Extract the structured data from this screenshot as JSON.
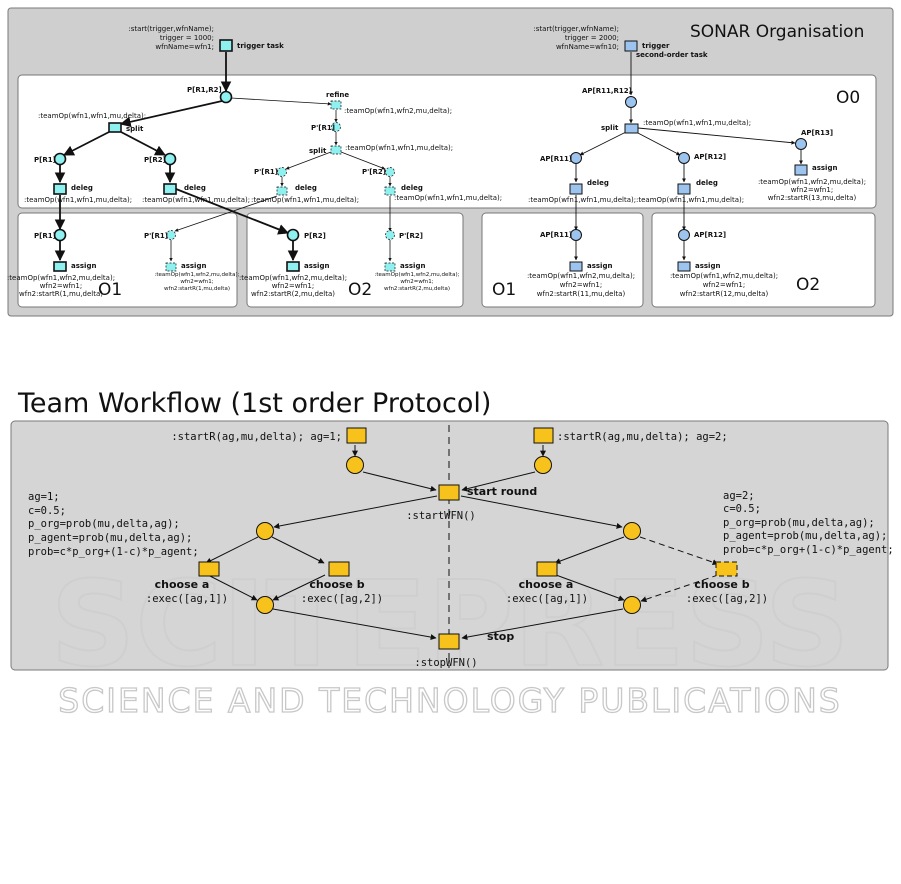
{
  "top": {
    "org_title": "SONAR Organisation",
    "o0": "O0",
    "o1_left": "O1",
    "o2_left": "O2",
    "o1_right": "O1",
    "o2_right": "O2",
    "trigger1": [
      ":start(trigger,wfnName);",
      "trigger = 1000;",
      "wfnName=wfn1;"
    ],
    "trigger1_label": "trigger task",
    "trigger2": [
      ":start(trigger,wfnName);",
      "trigger = 2000;",
      "wfnName=wfn10;"
    ],
    "trigger2_label": [
      "trigger",
      "second-order task"
    ],
    "p_r1r2": "P[R1,R2]",
    "teamop_split": ":teamOp(wfn1,wfn1,mu,delta);",
    "split": "split",
    "p_r1": "P[R1]",
    "p_r2": "P[R2]",
    "deleg": "deleg",
    "teamop_deleg_1": ":teamOp(wfn1,wfn1,mu,delta);",
    "teamop_deleg_2": ":teamOp(wfn1,wfn1,mu,delta);",
    "refine": "refine",
    "teamop_refine": ":teamOp(wfn1,wfn2,mu,delta);",
    "pp_r1": "P'[R1]",
    "teamop_split2": ":teamOp(wfn1,wfn1,mu,delta);",
    "pp_r1b": "P'[R1]",
    "pp_r2": "P'[R2]",
    "teamop_deleg_3": ":teamOp(wfn1,wfn1,mu,delta);",
    "teamop_deleg_4": ":teamOp(wfn1,wfn1,mu,delta);",
    "assign": "assign",
    "o1_p_r1": "P[R1]",
    "o1_pp_r1": "P'[R1]",
    "assign_o1_a": [
      ":teamOp(wfn1,wfn2,mu,delta);",
      "wfn2=wfn1;",
      "wfn2:startR(1,mu,delta)"
    ],
    "assign_o1_b": [
      ":teamOp(wfn1,wfn2,mu,delta);",
      "wfn2=wfn1;",
      "wfn2:startR(1,mu,delta)"
    ],
    "o2_p_r2": "P[R2]",
    "o2_pp_r2": "P'[R2]",
    "assign_o2_a": [
      ":teamOp(wfn1,wfn2,mu,delta);",
      "wfn2=wfn1;",
      "wfn2:startR(2,mu,delta)"
    ],
    "assign_o2_b": [
      ":teamOp(wfn1,wfn2,mu,delta);",
      "wfn2=wfn1;",
      "wfn2:startR(2,mu,delta)"
    ],
    "ap_r11r12": "AP[R11,R12]",
    "teamop_split_r": ":teamOp(wfn1,wfn1,mu,delta);",
    "ap_r11": "AP[R11]",
    "ap_r12": "AP[R12]",
    "ap_r13": "AP[R13]",
    "teamop_r11": ":teamOp(wfn1,wfn1,mu,delta);",
    "teamop_r12": ":teamOp(wfn1,wfn1,mu,delta);",
    "assign_r13": [
      ":teamOp(wfn1,wfn2,mu,delta);",
      "wfn2=wfn1;",
      "wfn2:startR(13,mu,delta)"
    ],
    "assign_r11": [
      ":teamOp(wfn1,wfn2,mu,delta);",
      "wfn2=wfn1;",
      "wfn2:startR(11,mu,delta)"
    ],
    "assign_r12": [
      ":teamOp(wfn1,wfn2,mu,delta);",
      "wfn2=wfn1;",
      "wfn2:startR(12,mu,delta)"
    ]
  },
  "bottom": {
    "title": "Team Workflow (1st order Protocol)",
    "start_left": ":startR(ag,mu,delta); ag=1;",
    "start_right": ":startR(ag,mu,delta); ag=2;",
    "start_round": "start round",
    "start_wfn": ":startWFN()",
    "left_params": [
      "ag=1;",
      "c=0.5;",
      "p_org=prob(mu,delta,ag);",
      "p_agent=prob(mu,delta,ag);",
      "prob=c*p_org+(1-c)*p_agent;"
    ],
    "right_params": [
      "ag=2;",
      "c=0.5;",
      "p_org=prob(mu,delta,ag);",
      "p_agent=prob(mu,delta,ag);",
      "prob=c*p_org+(1-c)*p_agent;"
    ],
    "choose_a": "choose a",
    "choose_b": "choose b",
    "exec_1": ":exec([ag,1])",
    "exec_2": ":exec([ag,2])",
    "stop": "stop",
    "stop_wfn": ":stopWFN()"
  },
  "watermark": {
    "main": "SCITEPRESS",
    "sub": "SCIENCE AND TECHNOLOGY PUBLICATIONS"
  },
  "colors": {
    "panel_fill": "#cfcfcf",
    "panel_border": "#7a7a7a",
    "inner_fill": "#ffffff",
    "cyan": "#8ff0f0",
    "blue": "#9cc4ee",
    "yellow": "#f7c21b"
  }
}
